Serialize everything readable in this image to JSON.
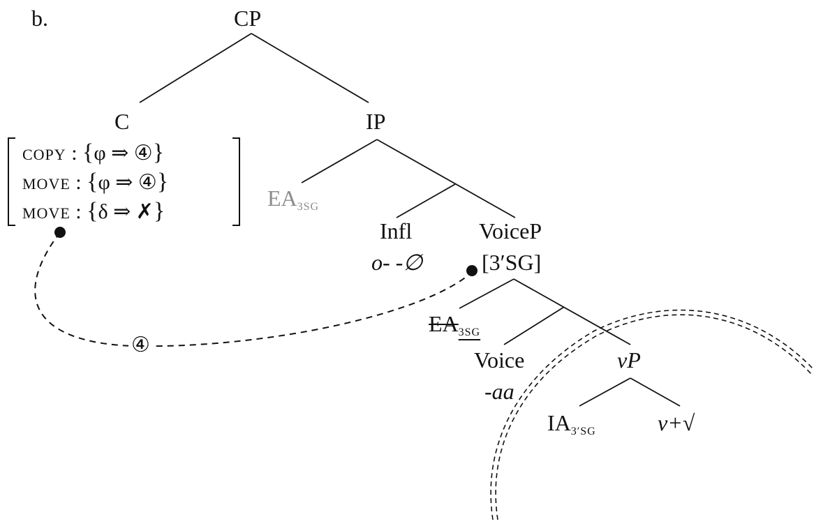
{
  "panel_label": "b.",
  "nodes": {
    "cp": "CP",
    "c": "C",
    "ip": "IP",
    "ea_main": "EA",
    "ea_main_sub": "3SG",
    "infl": "Infl",
    "infl_morph": "o- -∅",
    "voicep": "VoiceP",
    "voicep_feat": "[3′SG]",
    "ea_copy": "EA",
    "ea_copy_sub": "3SG",
    "voice": "Voice",
    "voice_morph": "-aa",
    "vp": "νP",
    "ia": "IA",
    "ia_sub": "3′SG",
    "v_root": "ν+√"
  },
  "features": [
    {
      "op": "COPY",
      "sep": " : ",
      "lbrace": "{",
      "content": "φ  ⇒ ④",
      "rbrace": "}"
    },
    {
      "op": "MOVE",
      "sep": " : ",
      "lbrace": "{",
      "content": "φ  ⇒ ④",
      "rbrace": "}"
    },
    {
      "op": "MOVE",
      "sep": " : ",
      "lbrace": "{",
      "content": "δ  ⇒ ✗",
      "rbrace": "}"
    }
  ],
  "arc_label": "④",
  "colors": {
    "ink": "#111111",
    "grey_text": "#8c8c8c"
  }
}
